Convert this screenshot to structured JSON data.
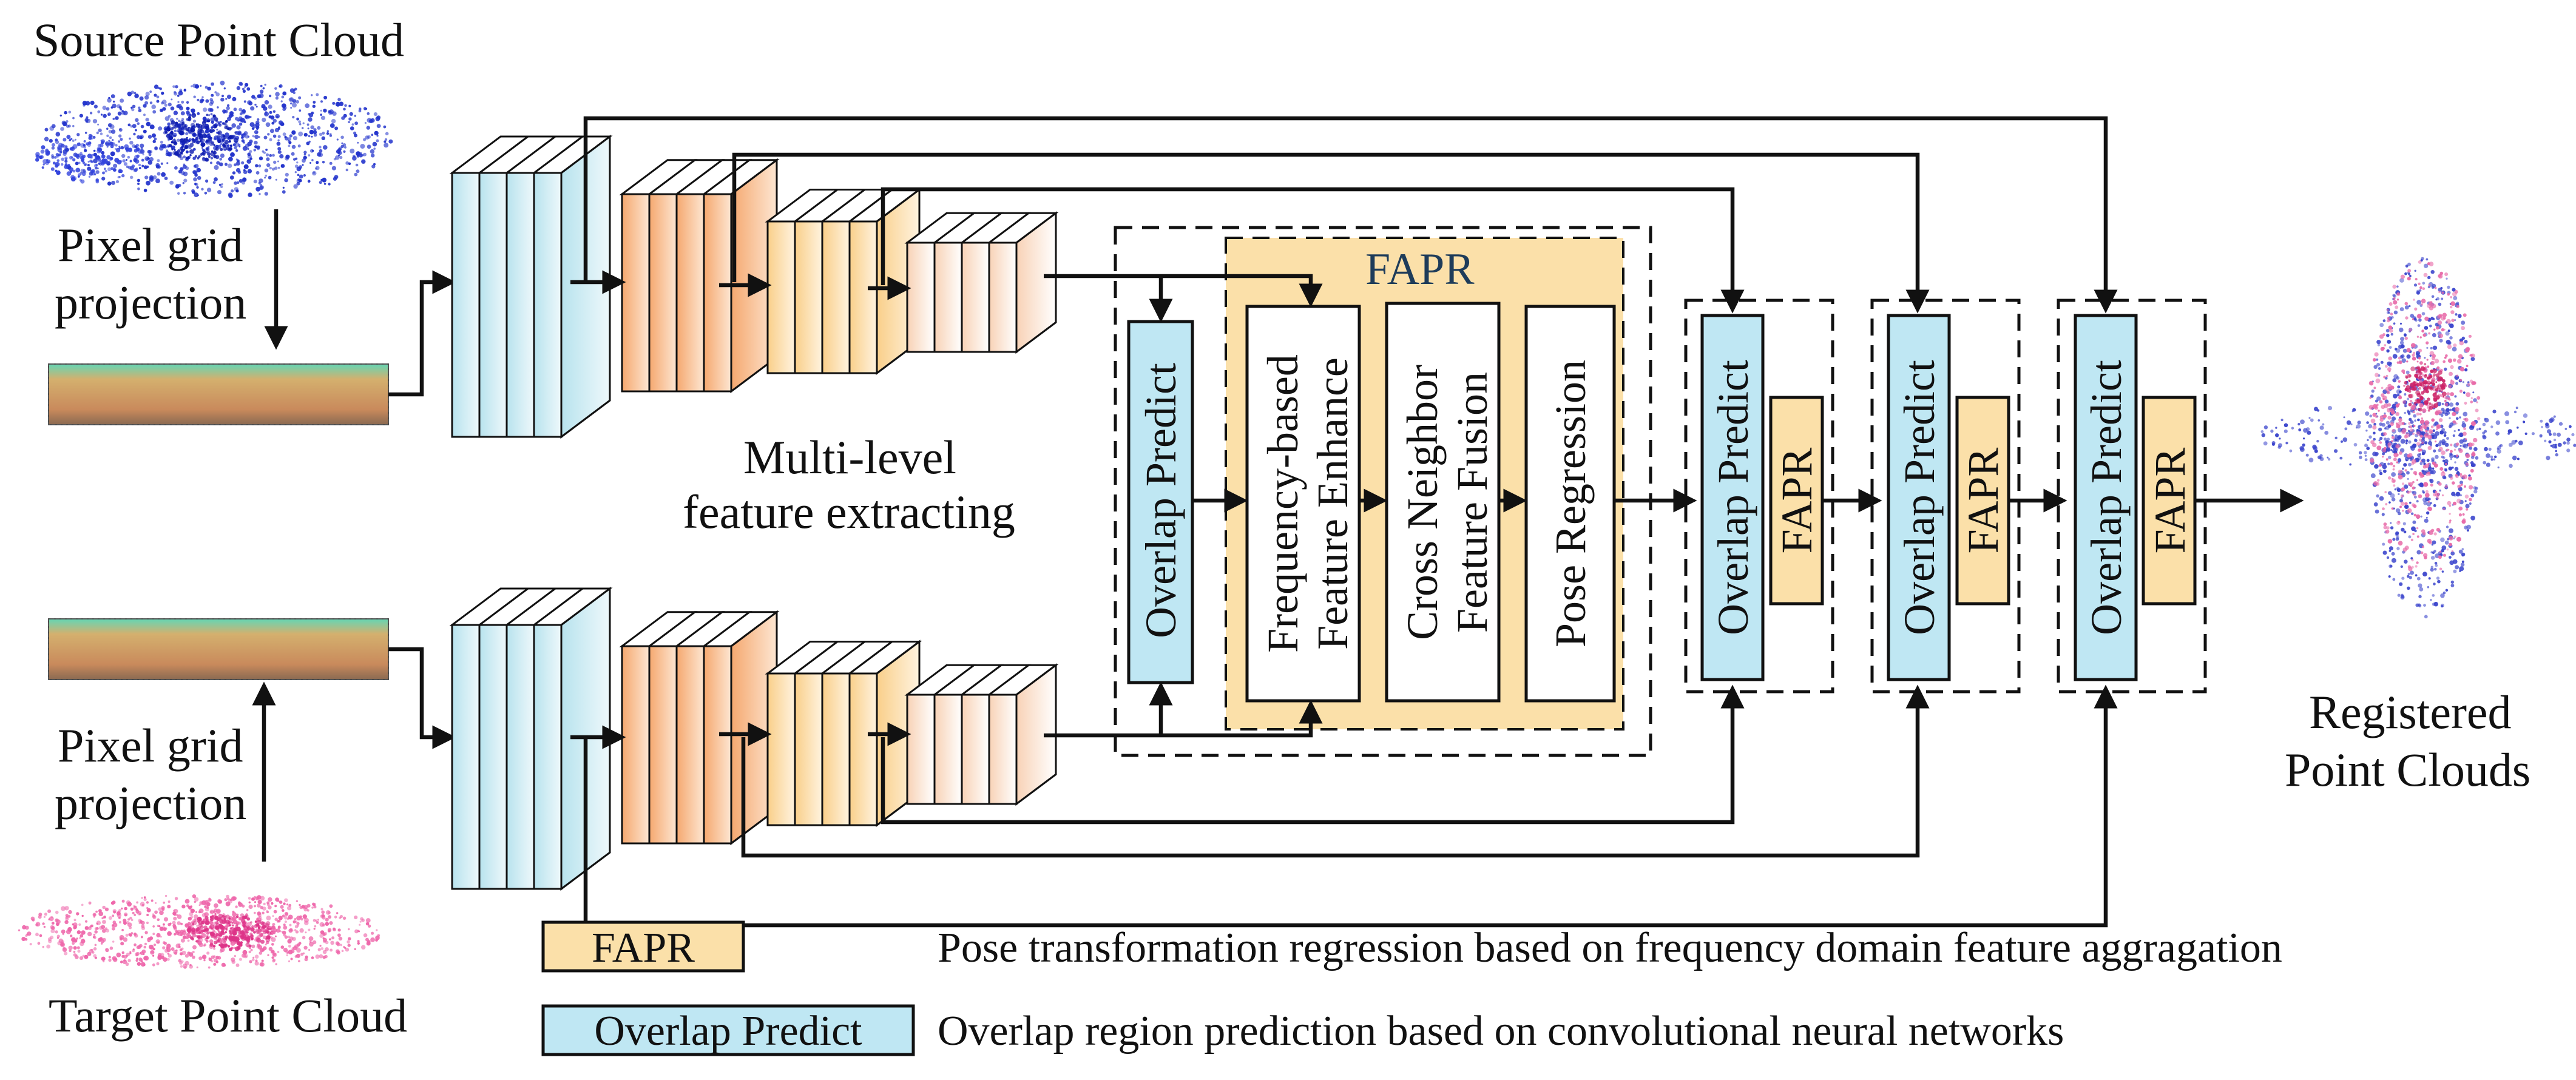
{
  "labels": {
    "source_cloud": "Source Point Cloud",
    "target_cloud": "Target Point Cloud",
    "projection_top_l1": "Pixel grid",
    "projection_top_l2": "projection",
    "projection_bot_l1": "Pixel grid",
    "projection_bot_l2": "projection",
    "multilevel_l1": "Multi-level",
    "multilevel_l2": "feature extracting",
    "registered_l1": "Registered",
    "registered_l2": "Point Clouds"
  },
  "fapr_block": {
    "title": "FAPR",
    "overlap_predict": "Overlap Predict",
    "feature_enhance_l1": "Frequency-based",
    "feature_enhance_l2": "Feature Enhance",
    "neighbor_fusion_l1": "Cross Neighbor",
    "neighbor_fusion_l2": "Feature Fusion",
    "pose_regression": "Pose Regression"
  },
  "stages": [
    {
      "overlap": "Overlap Predict",
      "fapr": "FAPR"
    },
    {
      "overlap": "Overlap Predict",
      "fapr": "FAPR"
    },
    {
      "overlap": "Overlap Predict",
      "fapr": "FAPR"
    }
  ],
  "legend": [
    {
      "key": "FAPR",
      "description": "Pose transformation regression based on frequency domain feature aggragation"
    },
    {
      "key": "Overlap Predict",
      "description": "Overlap region prediction based on convolutional neural networks"
    }
  ],
  "colors": {
    "fapr_fill": "#fbe0a9",
    "overlap_fill": "#bfe7f3",
    "level1": "#cdeaf2",
    "level2": "#f6b27f",
    "level3": "#fbdca6",
    "level4": "#fbe3d2",
    "source_points": "#2233cc",
    "target_points": "#ee66aa"
  }
}
